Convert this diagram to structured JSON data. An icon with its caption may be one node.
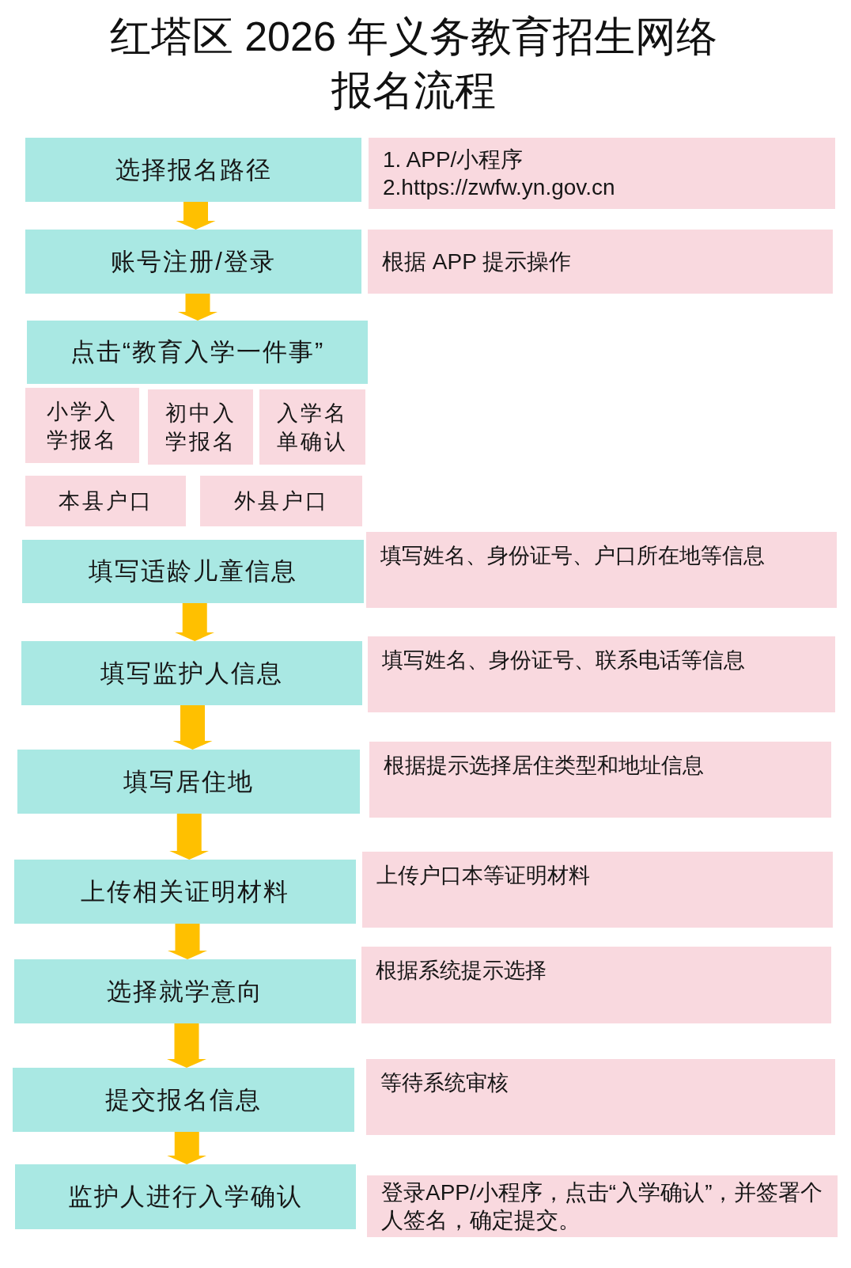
{
  "diagram": {
    "title": "红塔区 2026 年义务教育招生网络报名流程",
    "nodes": [
      {
        "text": [
          "选择报名路径"
        ]
      },
      {
        "text": [
          "1. APP/小程序",
          "2.https://zwfw.yn.gov.cn"
        ]
      },
      {
        "text": [
          "账号注册/登录"
        ]
      },
      {
        "text": [
          "根据 APP 提示操作"
        ]
      },
      {
        "text": [
          "点击“教育入学一件事”"
        ]
      },
      {
        "text": [
          "小学入学报名"
        ]
      },
      {
        "text": [
          "初中入学报名"
        ]
      },
      {
        "text": [
          "入学名单确认"
        ]
      },
      {
        "text": [
          "本县户口"
        ]
      },
      {
        "text": [
          "外县户口"
        ]
      },
      {
        "text": [
          "填写适龄儿童信息"
        ]
      },
      {
        "text": [
          "填写姓名、身份证号、户口所在地等信息"
        ]
      },
      {
        "text": [
          "填写监护人信息"
        ]
      },
      {
        "text": [
          "填写姓名、身份证号、联系电话等信息"
        ]
      },
      {
        "text": [
          "填写居住地"
        ]
      },
      {
        "text": [
          "根据提示选择居住类型和地址信息"
        ]
      },
      {
        "text": [
          "上传相关证明材料"
        ]
      },
      {
        "text": [
          "上传户口本等证明材料"
        ]
      },
      {
        "text": [
          "选择就学意向"
        ]
      },
      {
        "text": [
          "根据系统提示选择"
        ]
      },
      {
        "text": [
          "提交报名信息"
        ]
      },
      {
        "text": [
          "等待系统审核"
        ]
      },
      {
        "text": [
          "监护人进行入学确认"
        ]
      },
      {
        "text": [
          "登录APP/小程序，点击“入学确认”，并签署个人签名，确定提交。"
        ]
      }
    ],
    "edges": [
      {
        "from": 0,
        "to": 2,
        "arrow": "to"
      },
      {
        "from": 2,
        "to": 4,
        "arrow": "to"
      },
      {
        "from": 10,
        "to": 12,
        "arrow": "to"
      },
      {
        "from": 12,
        "to": 14,
        "arrow": "to"
      },
      {
        "from": 14,
        "to": 16,
        "arrow": "to"
      },
      {
        "from": 16,
        "to": 18,
        "arrow": "to"
      },
      {
        "from": 18,
        "to": 20,
        "arrow": "to"
      },
      {
        "from": 20,
        "to": 22,
        "arrow": "to"
      }
    ]
  }
}
